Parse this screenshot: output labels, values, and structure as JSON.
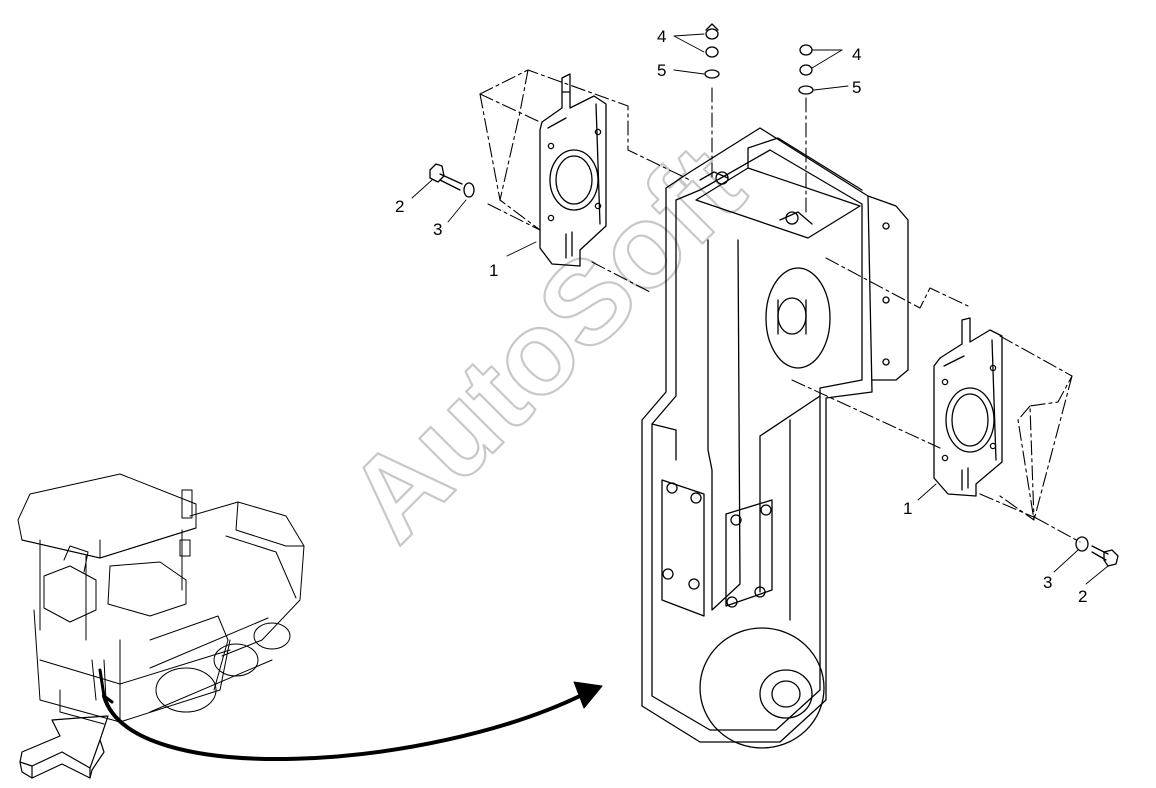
{
  "watermark": "AutoSoft",
  "callouts": {
    "bracket_left": "1",
    "bracket_right": "1",
    "bolt_left": "2",
    "washer_left": "3",
    "bolt_right": "2",
    "washer_right": "3",
    "nut_top_left": "4",
    "lockwasher_top_left": "5",
    "nut_top_right": "4",
    "lockwasher_top_right": "5"
  },
  "colors": {
    "line": "#000000",
    "watermark": "#c8c8c8",
    "background": "#ffffff"
  },
  "icons": {
    "locator_arrow": "arrow-up-right-icon",
    "leader_arrow": "curved-arrow-icon"
  }
}
